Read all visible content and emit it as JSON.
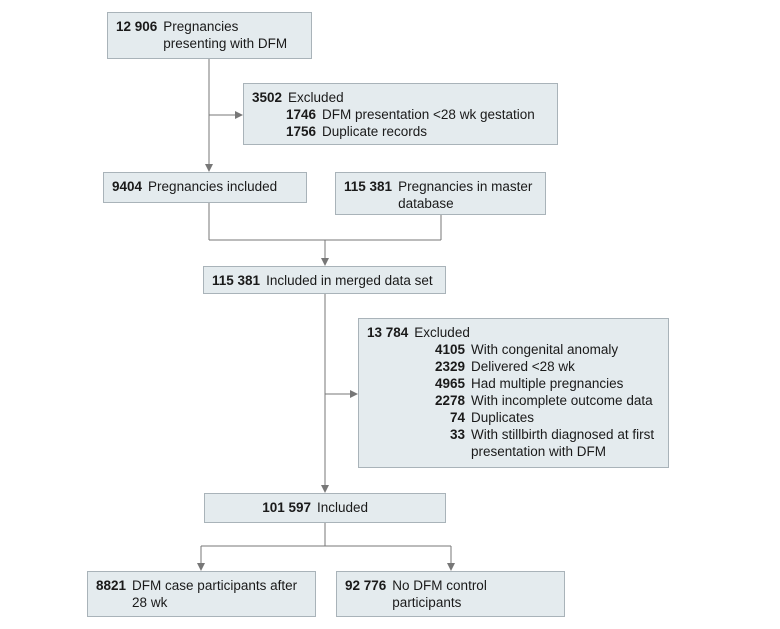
{
  "boxes": {
    "presenting": {
      "number": "12 906",
      "label": "Pregnancies presenting with DFM"
    },
    "excluded1": {
      "number": "3502",
      "label": "Excluded",
      "items": [
        {
          "number": "1746",
          "label": "DFM presentation <28 wk gestation"
        },
        {
          "number": "1756",
          "label": "Duplicate records"
        }
      ]
    },
    "included1": {
      "number": "9404",
      "label": "Pregnancies included"
    },
    "master": {
      "number": "115 381",
      "label": "Pregnancies in master database"
    },
    "merged": {
      "number": "115 381",
      "label": "Included in merged data set"
    },
    "excluded2": {
      "number": "13 784",
      "label": "Excluded",
      "items": [
        {
          "number": "4105",
          "label": "With congenital anomaly"
        },
        {
          "number": "2329",
          "label": "Delivered <28 wk"
        },
        {
          "number": "4965",
          "label": "Had multiple pregnancies"
        },
        {
          "number": "2278",
          "label": "With incomplete outcome data"
        },
        {
          "number": "74",
          "label": "Duplicates"
        },
        {
          "number": "33",
          "label": "With stillbirth diagnosed at first presentation with DFM"
        }
      ]
    },
    "included2": {
      "number": "101 597",
      "label": "Included"
    },
    "cases": {
      "number": "8821",
      "label": "DFM case participants after 28 wk"
    },
    "controls": {
      "number": "92 776",
      "label": "No DFM control participants"
    }
  }
}
